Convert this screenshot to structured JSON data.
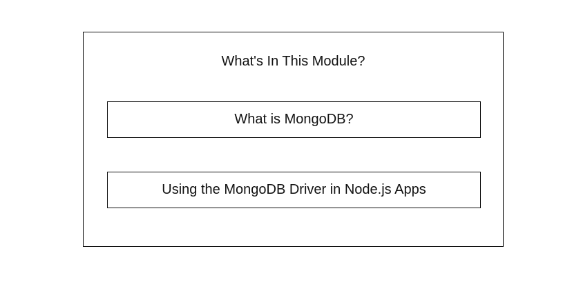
{
  "module": {
    "title": "What's In This Module?",
    "items": [
      {
        "label": "What is MongoDB?"
      },
      {
        "label": "Using the MongoDB Driver in Node.js Apps"
      }
    ]
  }
}
